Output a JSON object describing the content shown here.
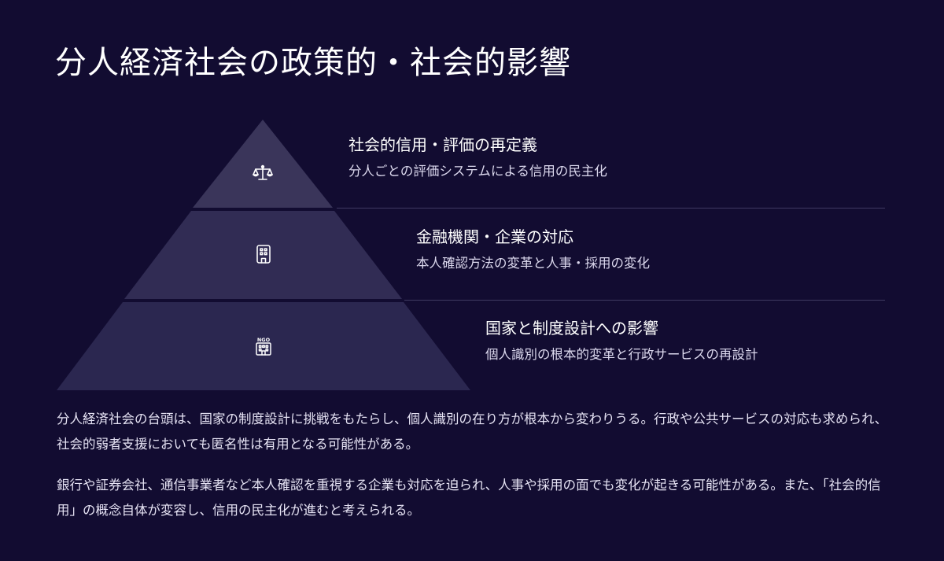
{
  "title": "分人経済社会の政策的・社会的影響",
  "tiers": [
    {
      "title": "社会的信用・評価の再定義",
      "description": "分人ごとの評価システムによる信用の民主化",
      "icon": "scale-icon"
    },
    {
      "title": "金融機関・企業の対応",
      "description": "本人確認方法の変革と人事・採用の変化",
      "icon": "building-icon"
    },
    {
      "title": "国家と制度設計への影響",
      "description": "個人識別の根本的変革と行政サービスの再設計",
      "icon": "ngo-building-icon",
      "icon_label": "NGO"
    }
  ],
  "paragraphs": [
    "分人経済社会の台頭は、国家の制度設計に挑戦をもたらし、個人識別の在り方が根本から変わりうる。行政や公共サービスの対応も求められ、社会的弱者支援においても匿名性は有用となる可能性がある。",
    "銀行や証券会社、通信事業者など本人確認を重視する企業も対応を迫られ、人事や採用の面でも変化が起きる可能性がある。また、「社会的信用」の概念自体が変容し、信用の民主化が進むと考えられる。"
  ],
  "colors": {
    "background": "#120c31",
    "tier_top": "#3a355a",
    "tier_middle": "#312c54",
    "tier_bottom": "#2b2750",
    "divider": "#3f3a62",
    "icon": "#ffffff"
  }
}
